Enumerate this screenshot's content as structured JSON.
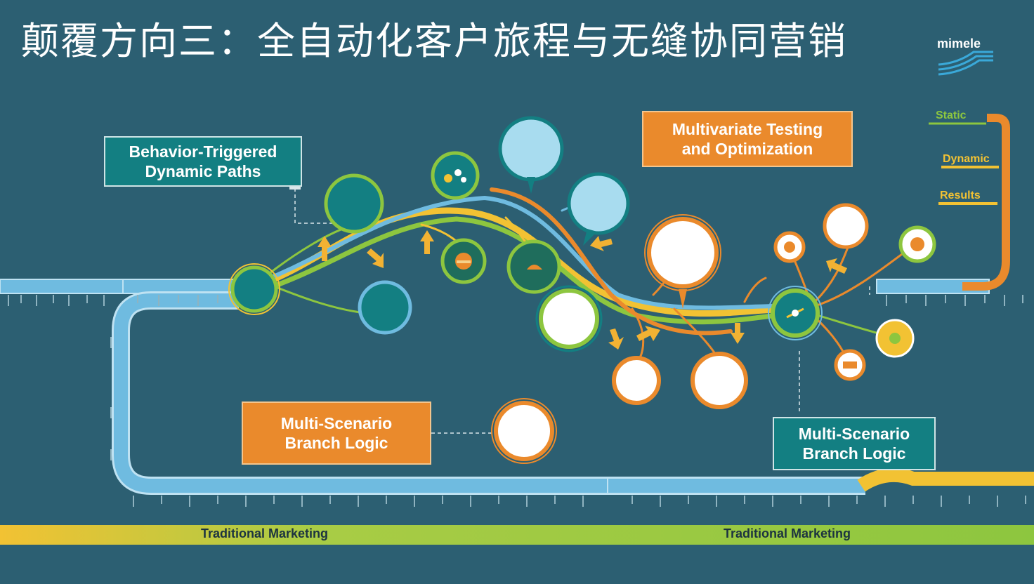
{
  "title": "颠覆方向三：全自动化客户旅程与无缝协同营销",
  "logo": {
    "text": "mimele",
    "icon": "wave-logo-icon"
  },
  "labels": {
    "behavior_box": "Behavior-Triggered\nDynamic Paths",
    "multivariate_box": "Multivariate Testing\nand Optimization",
    "branch_left_box": "Multi-Scenario\nBranch Logic",
    "branch_right_box": "Multi-Scenario\nBranch Logic",
    "band_left": "Traditional Marketing",
    "band_right": "Traditional Marketing"
  },
  "legend": {
    "static": "Static",
    "dynamic": "Dynamic",
    "results": "Results"
  },
  "colors": {
    "background": "#2c5f72",
    "teal": "#137f82",
    "orange": "#ea8a2c",
    "light_blue": "#6fbbe0",
    "green": "#8dc63f",
    "yellow": "#f2c233"
  }
}
